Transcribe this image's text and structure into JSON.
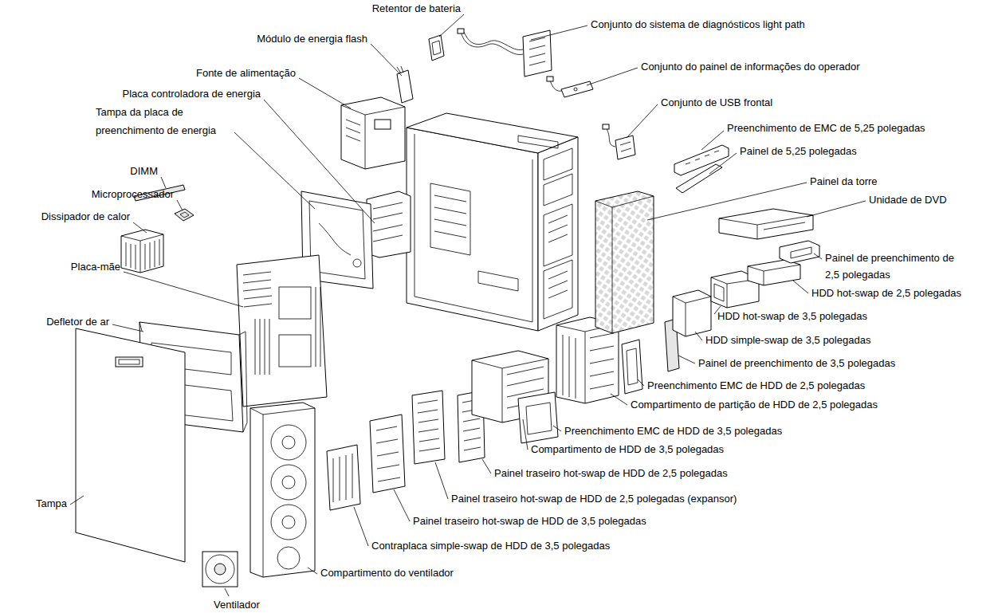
{
  "diagram": {
    "labels": [
      "Retentor de bateria",
      "Conjunto do sistema de diagnósticos light path",
      "Módulo de energia flash",
      "Conjunto do painel de informações do operador",
      "Fonte de alimentação",
      "Placa controladora de energia",
      "Conjunto de USB frontal",
      "Tampa da placa de preenchimento de energia",
      "Preenchimento de EMC de 5,25 polegadas",
      "Painel de 5,25 polegadas",
      "DIMM",
      "Painel da torre",
      "Microprocessador",
      "Unidade de DVD",
      "Dissipador de calor",
      "Painel de preenchimento de 2,5 polegadas",
      "Placa-mãe",
      "HDD hot-swap de 2,5 polegadas",
      "HDD hot-swap de 3,5 polegadas",
      "Defletor de ar",
      "HDD simple-swap de 3,5 polegadas",
      "Painel de preenchimento de 3,5 polegadas",
      "Preenchimento EMC de HDD de 2,5 polegadas",
      "Compartimento de partição de HDD de 2,5 polegadas",
      "Preenchimento EMC de HDD de 3,5 polegadas",
      "Compartimento de HDD de 3,5 polegadas",
      "Painel traseiro hot-swap de HDD de 2,5 polegadas",
      "Painel traseiro hot-swap de HDD de 2,5 polegadas (expansor)",
      "Tampa",
      "Painel traseiro hot-swap de HDD de 3,5 polegadas",
      "Contraplaca simple-swap de HDD de 3,5 polegadas",
      "Compartimento do ventilador",
      "Ventilador"
    ]
  }
}
